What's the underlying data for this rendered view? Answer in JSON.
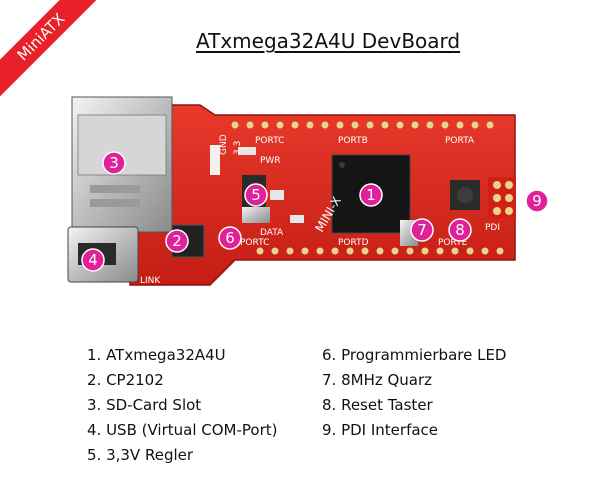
{
  "ribbon": {
    "text": "MiniATX"
  },
  "title": "ATxmega32A4U DevBoard",
  "board": {
    "silkscreen": {
      "portc_top": "PORTC",
      "portb": "PORTB",
      "porta": "PORTA",
      "portc_bottom": "PORTC",
      "portd": "PORTD",
      "porte": "PORTE",
      "pdi": "PDI",
      "pwr": "PWR",
      "data": "DATA",
      "link": "LINK",
      "mini_x": "MINI-X",
      "gnd": "GND",
      "v33": "3,3"
    },
    "markers": [
      "1",
      "2",
      "3",
      "4",
      "5",
      "6",
      "7",
      "8",
      "9"
    ]
  },
  "legend": {
    "left": [
      "1. ATxmega32A4U",
      "2. CP2102",
      "3. SD-Card Slot",
      "4. USB (Virtual COM-Port)",
      "5. 3,3V Regler"
    ],
    "right": [
      "6. Programmierbare LED",
      "7. 8MHz Quarz",
      "8. Reset Taster",
      "9. PDI Interface"
    ]
  },
  "colors": {
    "ribbon": "#e8202a",
    "pcb": "#d9261c",
    "marker": "#e0219a",
    "silkscreen": "#ffffff"
  }
}
